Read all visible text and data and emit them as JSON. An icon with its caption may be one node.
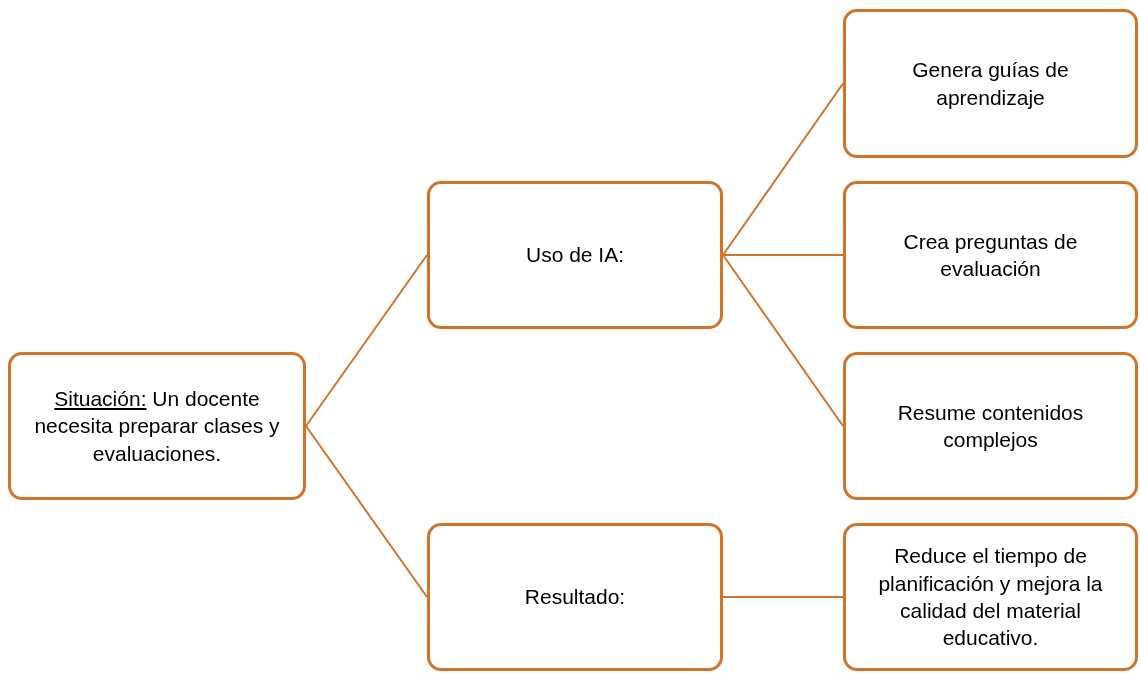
{
  "diagram": {
    "nodes": [
      {
        "text": [
          "Situación:",
          "Un docente necesita preparar clases y evaluaciones."
        ]
      },
      {
        "text": [
          "Uso de IA:"
        ]
      },
      {
        "text": [
          "Resultado:"
        ]
      },
      {
        "text": [
          "Genera guías de aprendizaje"
        ]
      },
      {
        "text": [
          "Crea preguntas de evaluación"
        ]
      },
      {
        "text": [
          "Resume contenidos complejos"
        ]
      },
      {
        "text": [
          "Reduce el tiempo de planificación y mejora la calidad del material educativo."
        ]
      }
    ],
    "edges": [
      {
        "from": 0,
        "to": 1,
        "arrow": "none"
      },
      {
        "from": 0,
        "to": 2,
        "arrow": "none"
      },
      {
        "from": 1,
        "to": 3,
        "arrow": "none"
      },
      {
        "from": 1,
        "to": 4,
        "arrow": "none"
      },
      {
        "from": 1,
        "to": 5,
        "arrow": "none"
      },
      {
        "from": 2,
        "to": 6,
        "arrow": "none"
      }
    ]
  }
}
